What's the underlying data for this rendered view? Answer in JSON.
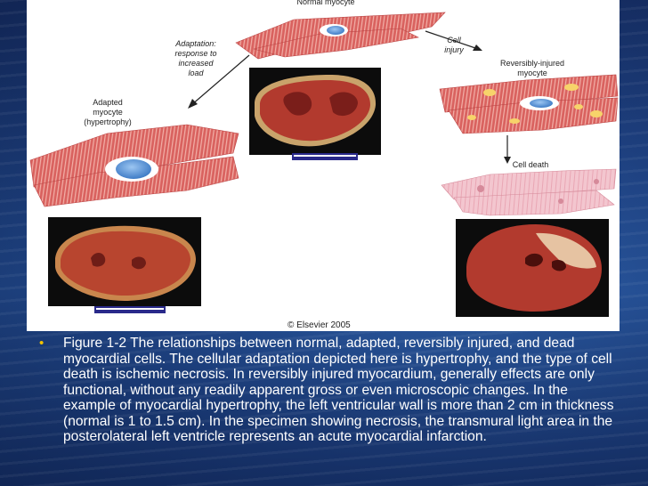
{
  "figure": {
    "labels": {
      "normal_myocyte": "Normal myocyte",
      "adaptation": "Adaptation:\nresponse to\nincreased\nload",
      "adapted_myocyte": "Adapted\nmyocyte\n(hypertrophy)",
      "cell_injury": "Cell\ninjury",
      "reversibly_injured": "Reversibly-injured\nmyocyte",
      "cell_death": "Cell death"
    },
    "copyright": "© Elsevier 2005"
  },
  "caption": {
    "bullet": "•",
    "text": "Figure 1-2 The relationships between normal, adapted, reversibly injured, and dead myocardial cells. The cellular adaptation depicted here is hypertrophy, and the type of cell death is ischemic necrosis. In reversibly injured myocardium, generally effects are only functional, without any readily apparent gross or even microscopic changes. In the example of myocardial hypertrophy, the left ventricular wall is more than 2 cm in thickness (normal is 1 to 1.5 cm). In the specimen showing necrosis, the transmural light area in the posterolateral left ventricle represents an acute myocardial infarction."
  },
  "colors": {
    "muscle": "#d9625f",
    "muscle_stripe": "#f2b0a8",
    "nucleus": "#4f8fd6",
    "dead_cell": "#f2c2cc",
    "caption_text": "#ffffff",
    "bullet": "#f2c200"
  }
}
